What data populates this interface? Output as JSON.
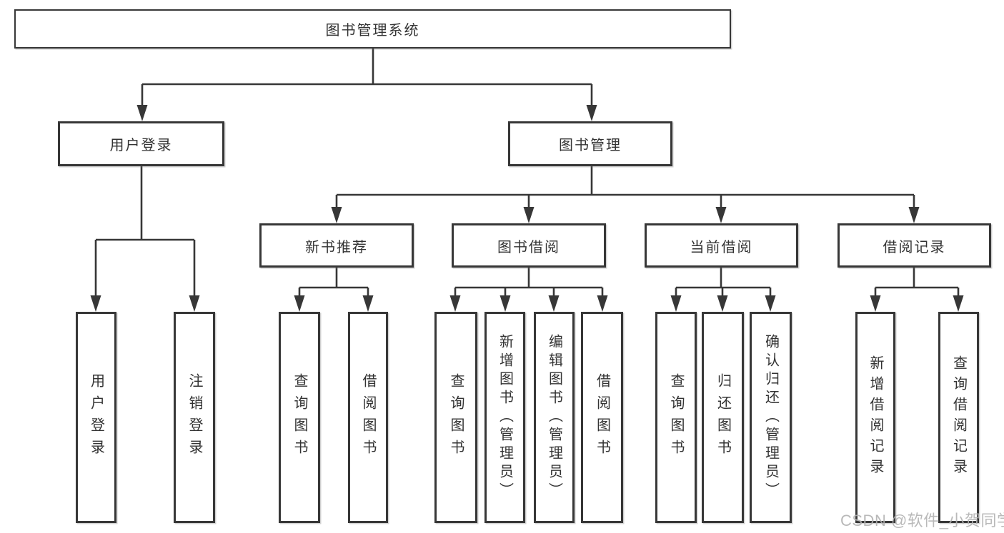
{
  "tree": {
    "root": {
      "label": "图书管理系统"
    },
    "level2": [
      {
        "label": "用户登录"
      },
      {
        "label": "图书管理"
      }
    ],
    "level3": [
      {
        "label": "新书推荐",
        "parent": "图书管理"
      },
      {
        "label": "图书借阅",
        "parent": "图书管理"
      },
      {
        "label": "当前借阅",
        "parent": "图书管理"
      },
      {
        "label": "借阅记录",
        "parent": "图书管理"
      }
    ],
    "leaves": [
      {
        "label": "用户登录",
        "parent": "用户登录"
      },
      {
        "label": "注销登录",
        "parent": "用户登录"
      },
      {
        "label": "查询图书",
        "parent": "新书推荐"
      },
      {
        "label": "借阅图书",
        "parent": "新书推荐"
      },
      {
        "label": "查询图书",
        "parent": "图书借阅"
      },
      {
        "label": "新增图书（管理员）",
        "parent": "图书借阅"
      },
      {
        "label": "编辑图书（管理员）",
        "parent": "图书借阅"
      },
      {
        "label": "借阅图书",
        "parent": "图书借阅"
      },
      {
        "label": "查询图书",
        "parent": "当前借阅"
      },
      {
        "label": "归还图书",
        "parent": "当前借阅"
      },
      {
        "label": "确认归还（管理员）",
        "parent": "当前借阅"
      },
      {
        "label": "新增借阅记录",
        "parent": "借阅记录"
      },
      {
        "label": "查询借阅记录",
        "parent": "借阅记录"
      }
    ]
  },
  "watermark": {
    "text": "CSDN @软件_小贺同学"
  },
  "colors": {
    "line": "#373737",
    "text": "#333333",
    "box_background": "#ffffff",
    "page_background": "#ffffff",
    "watermark": "#b2b2b2"
  }
}
